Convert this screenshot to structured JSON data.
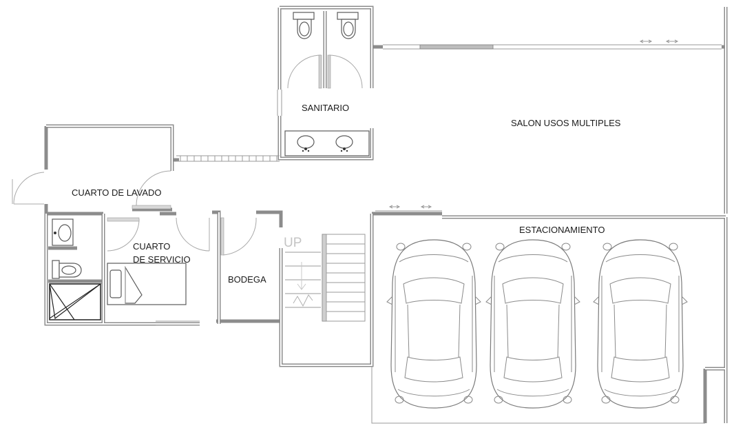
{
  "rooms": {
    "sanitario": "SANITARIO",
    "salon": "SALON USOS MULTIPLES",
    "lavado": "CUARTO DE LAVADO",
    "servicio_line1": "CUARTO",
    "servicio_line2": "DE SERVICIO",
    "bodega": "BODEGA",
    "estacionamiento": "ESTACIONAMIENTO"
  },
  "stairs": {
    "direction": "UP"
  },
  "parking": {
    "cars": 3
  }
}
